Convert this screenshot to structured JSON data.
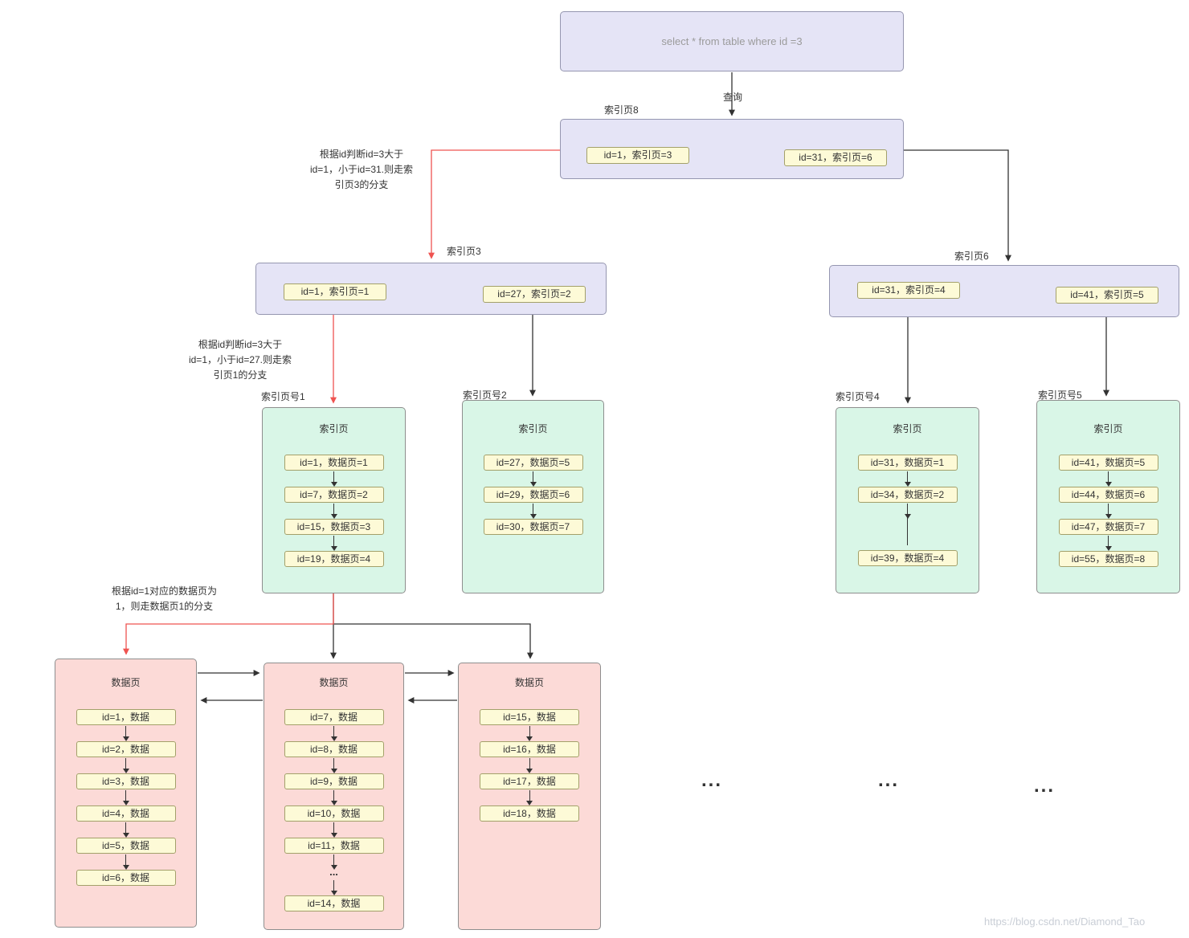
{
  "sql_box": {
    "text": "select * from table where id =3"
  },
  "query_label": "查询",
  "root_page": {
    "label": "索引页8",
    "items": [
      "id=1，索引页=3",
      "id=31，索引页=6"
    ]
  },
  "branch_pages": [
    {
      "label": "索引页3",
      "items": [
        "id=1，索引页=1",
        "id=27，索引页=2"
      ]
    },
    {
      "label": "索引页6",
      "items": [
        "id=31，索引页=4",
        "id=41，索引页=5"
      ]
    }
  ],
  "leaf_index_pages": [
    {
      "label": "索引页号1",
      "title": "索引页",
      "items": [
        "id=1，数据页=1",
        "id=7，数据页=2",
        "id=15，数据页=3",
        "id=19，数据页=4"
      ]
    },
    {
      "label": "索引页号2",
      "title": "索引页",
      "items": [
        "id=27，数据页=5",
        "id=29，数据页=6",
        "id=30，数据页=7"
      ]
    },
    {
      "label": "索引页号4",
      "title": "索引页",
      "items": [
        "id=31，数据页=1",
        "id=34，数据页=2",
        "id=39，数据页=4"
      ]
    },
    {
      "label": "索引页号5",
      "title": "索引页",
      "items": [
        "id=41，数据页=5",
        "id=44，数据页=6",
        "id=47，数据页=7",
        "id=55，数据页=8"
      ]
    }
  ],
  "data_pages": [
    {
      "title": "数据页",
      "items": [
        "id=1，数据",
        "id=2，数据",
        "id=3，数据",
        "id=4，数据",
        "id=5，数据",
        "id=6，数据"
      ]
    },
    {
      "title": "数据页",
      "items": [
        "id=7，数据",
        "id=8，数据",
        "id=9，数据",
        "id=10，数据",
        "id=11，数据",
        "...",
        "id=14，数据"
      ]
    },
    {
      "title": "数据页",
      "items": [
        "id=15，数据",
        "id=16，数据",
        "id=17，数据",
        "id=18，数据"
      ]
    }
  ],
  "annotations": {
    "to_index3": "根据id判断id=3大于\nid=1，小于id=31.则走索\n引页3的分支",
    "to_index1": "根据id判断id=3大于\nid=1，小于id=27.则走索\n引页1的分支",
    "to_data1": "根据id=1对应的数据页为\n1，则走数据页1的分支"
  },
  "ellipsis_marks": [
    "...",
    "...",
    "..."
  ],
  "watermark": "https://blog.csdn.net/Diamond_Tao",
  "colors": {
    "lavender": "#e5e4f6",
    "green": "#d9f6e7",
    "pink": "#fcdad7",
    "chip": "#fdfad7",
    "arrow_black": "#333333",
    "arrow_red": "#ef5350"
  }
}
